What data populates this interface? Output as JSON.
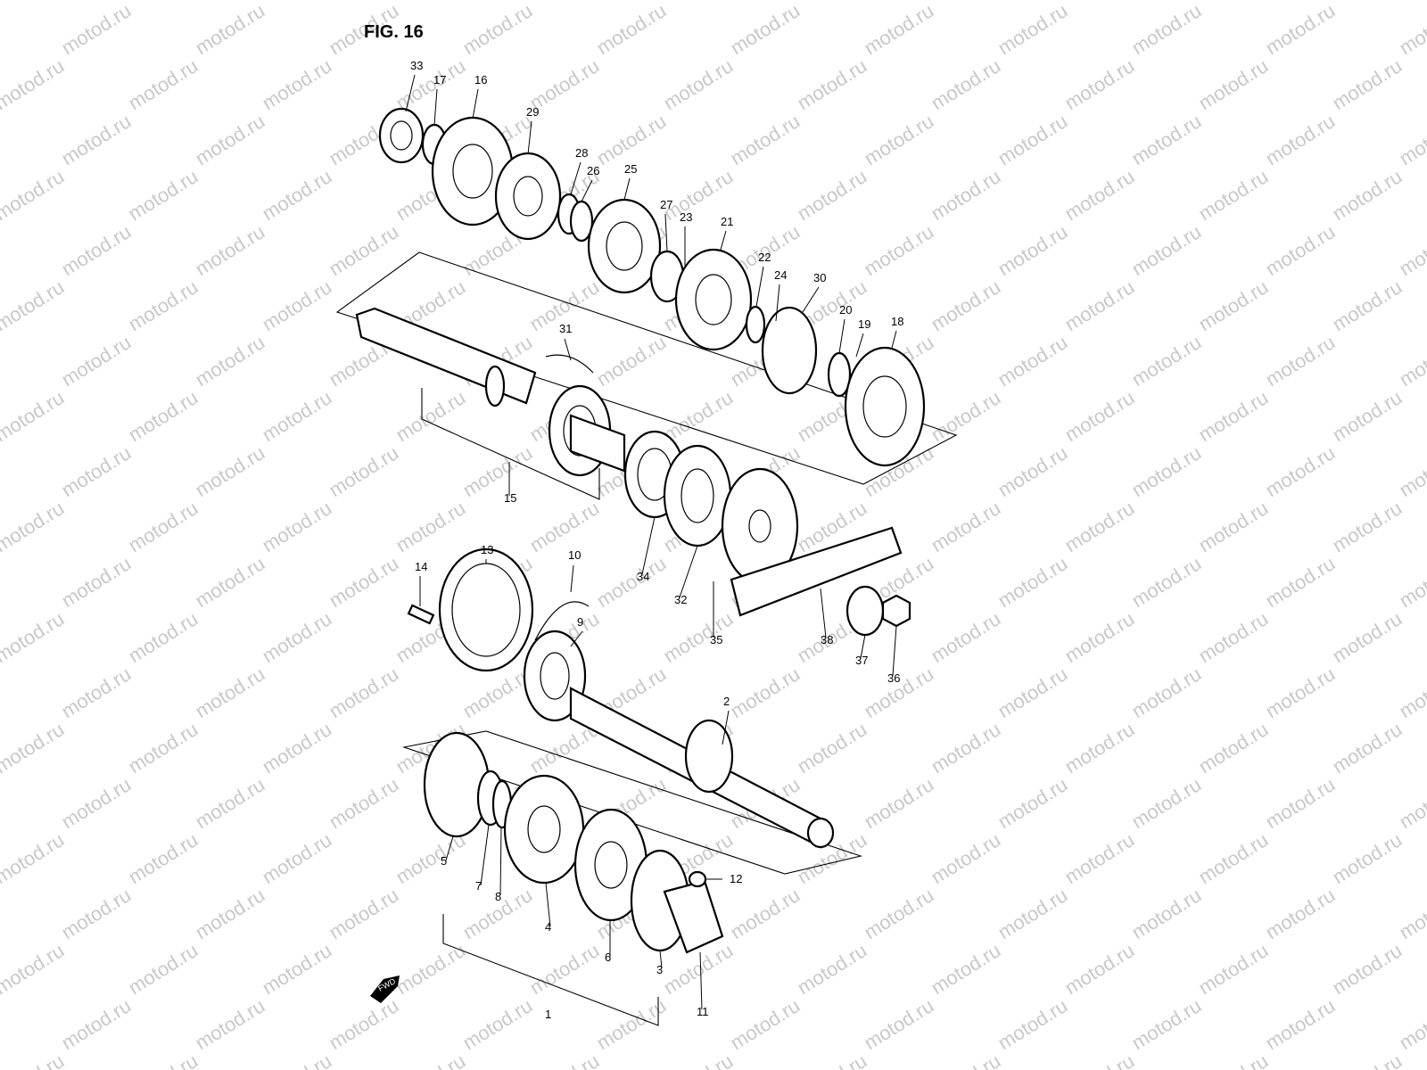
{
  "figure_title": "FIG. 16",
  "watermark_text": "motod.ru",
  "fwd_label": "FWD",
  "footer_code": "1",
  "labels": [
    "33",
    "17",
    "16",
    "29",
    "28",
    "26",
    "25",
    "27",
    "23",
    "21",
    "22",
    "24",
    "30",
    "20",
    "19",
    "18",
    "31",
    "15",
    "34",
    "32",
    "35",
    "38",
    "37",
    "36",
    "14",
    "13",
    "10",
    "9",
    "2",
    "12",
    "5",
    "7",
    "8",
    "4",
    "6",
    "3",
    "11",
    "1"
  ],
  "colors": {
    "ink": "#000000",
    "watermark": "#c9c9c9",
    "paper": "#ffffff"
  },
  "icons": [
    "gear-icon",
    "fwd-arrow-icon"
  ]
}
